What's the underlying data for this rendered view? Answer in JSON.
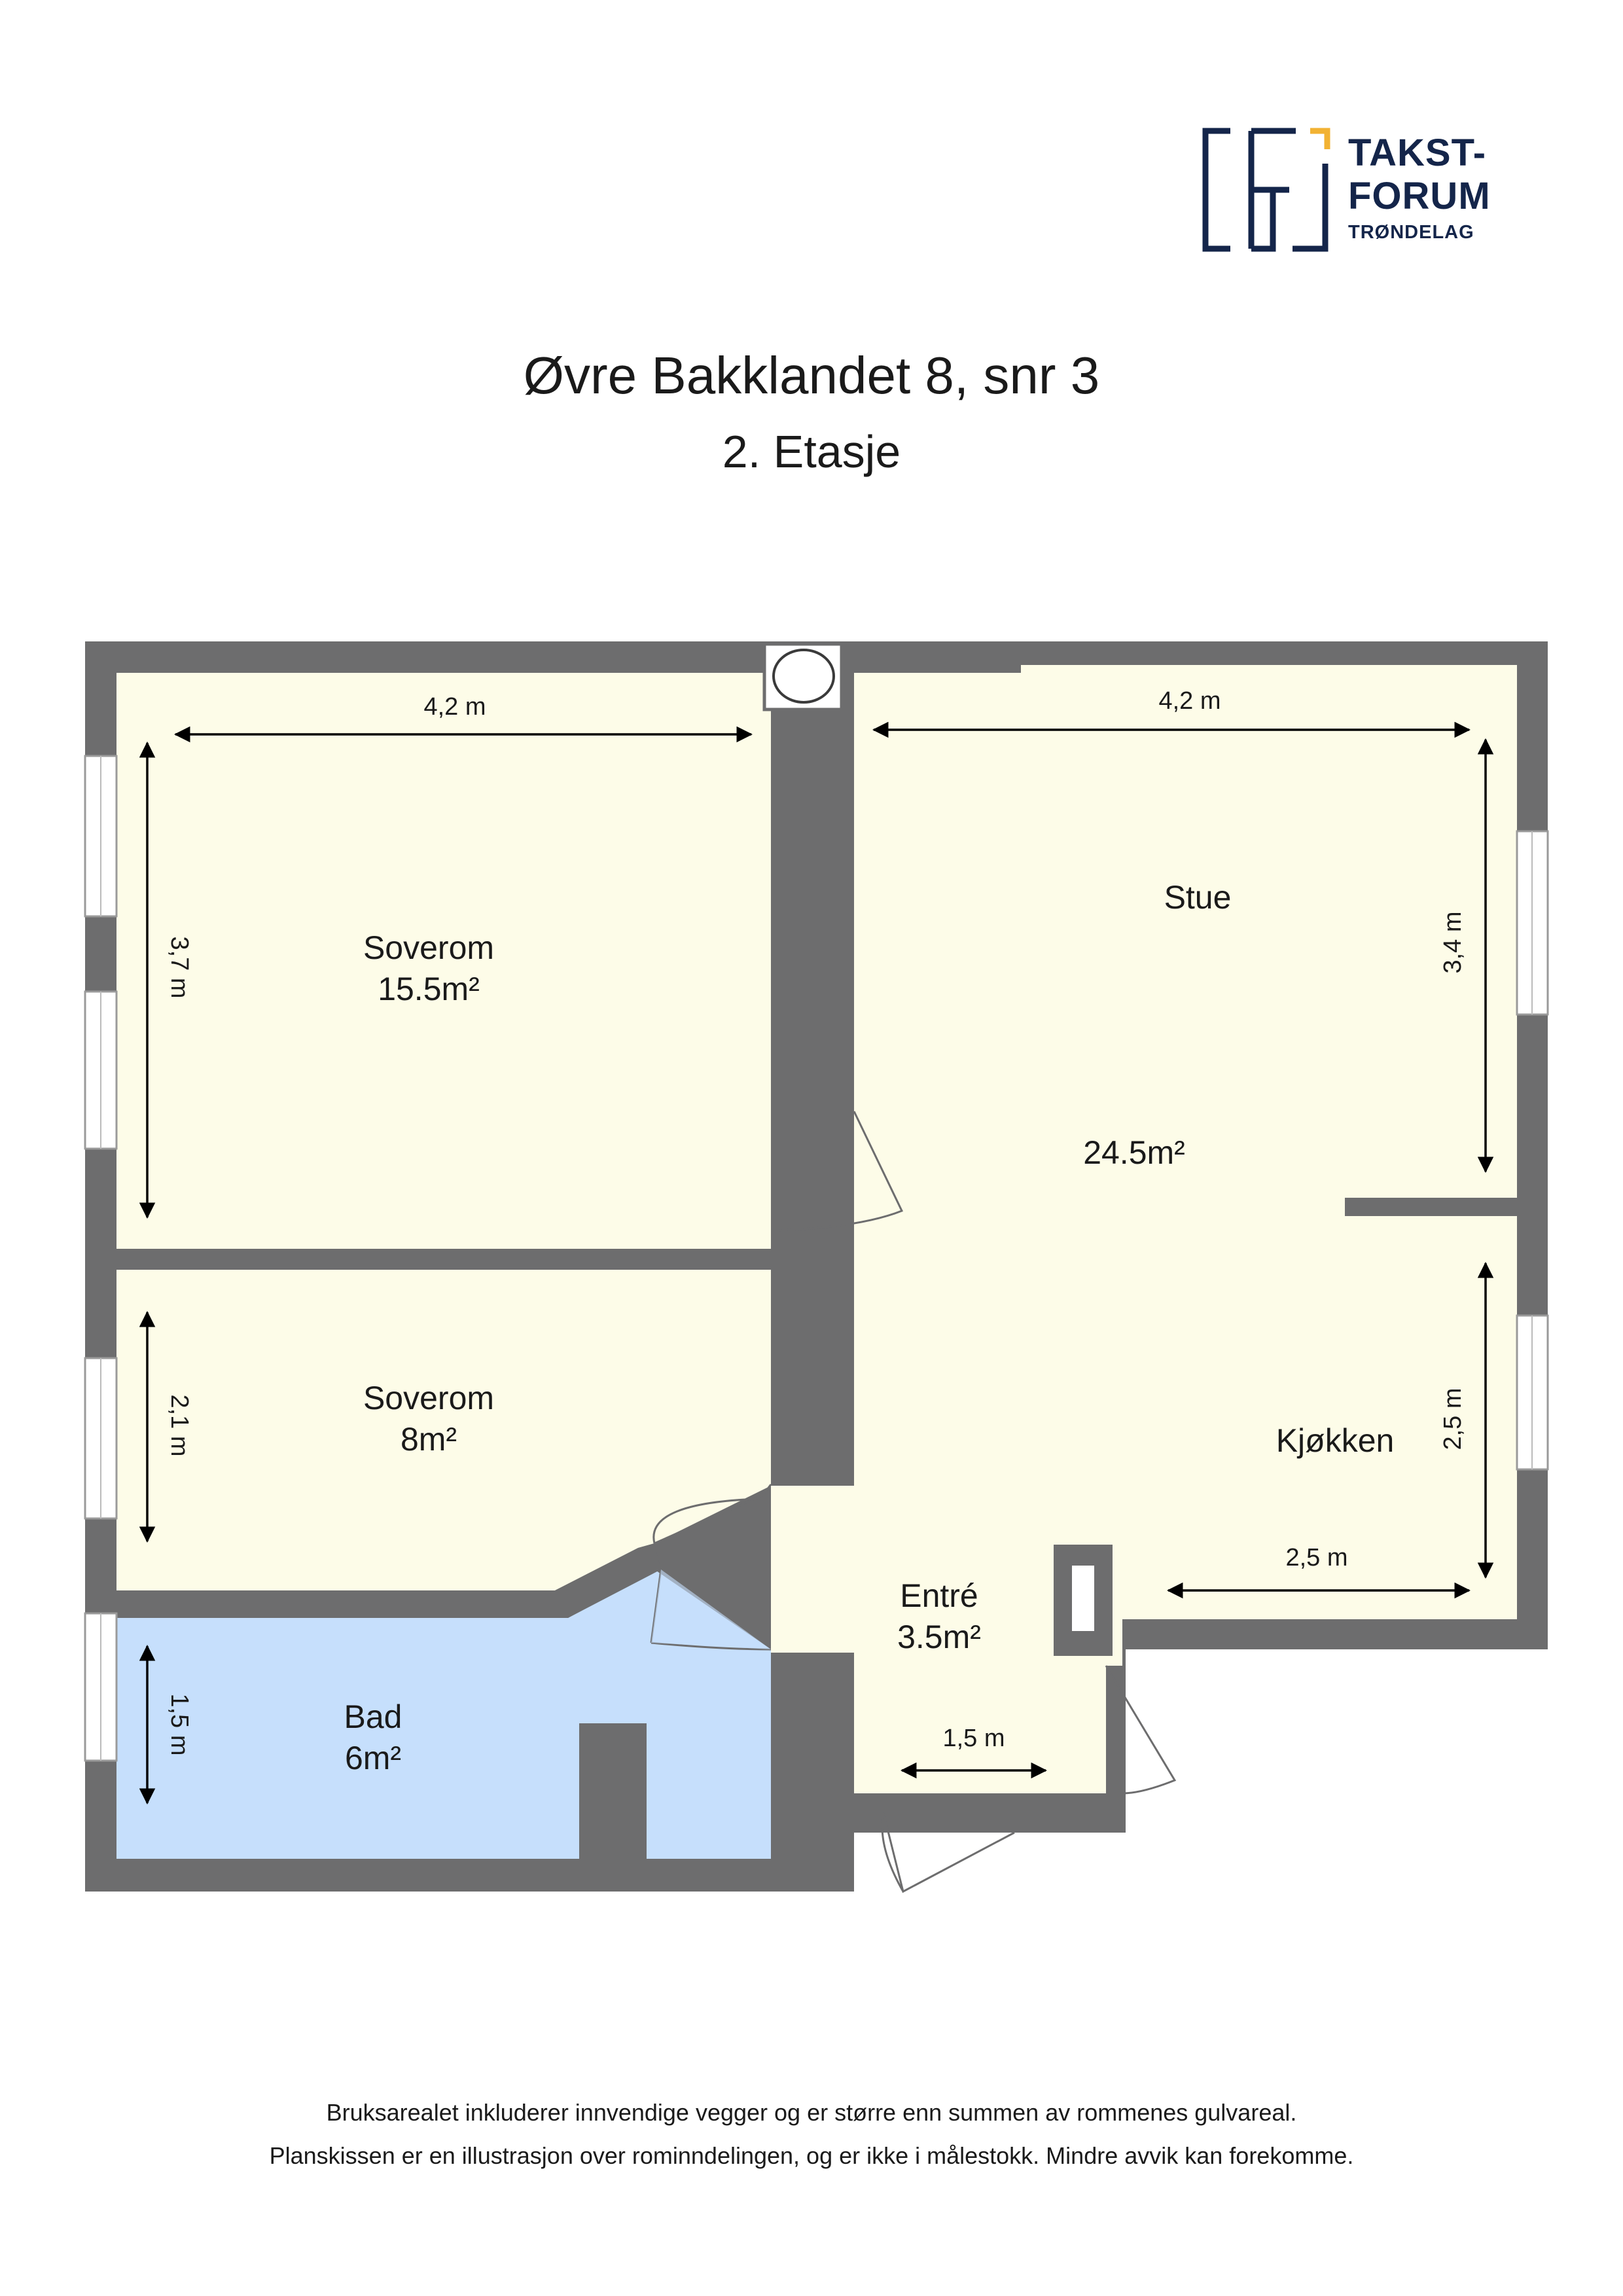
{
  "logo": {
    "line1": "TAKST-",
    "line2": "FORUM",
    "line3": "TRØNDELAG",
    "navy": "#14254a",
    "accent": "#f2b233"
  },
  "title": "Øvre Bakklandet 8, snr 3",
  "subtitle": "2. Etasje",
  "colors": {
    "wall": "#6d6d6e",
    "floor": "#fdfce8",
    "bathroom": "#c6dffc"
  },
  "rooms": {
    "soverom1": {
      "name": "Soverom",
      "area": "15.5m²"
    },
    "stue": {
      "name": "Stue",
      "area": "24.5m²"
    },
    "soverom2": {
      "name": "Soverom",
      "area": "8m²"
    },
    "kjokken": {
      "name": "Kjøkken"
    },
    "bad": {
      "name": "Bad",
      "area": "6m²"
    },
    "entre": {
      "name": "Entré",
      "area": "3.5m²"
    }
  },
  "dimensions": {
    "soverom1_w": "4,2 m",
    "soverom1_h": "3,7 m",
    "stue_w": "4,2 m",
    "stue_h": "3,4 m",
    "soverom2_h": "2,1 m",
    "kjokken_h": "2,5 m",
    "kjokken_w": "2,5 m",
    "bad_h": "1,5 m",
    "entre_w": "1,5 m"
  },
  "footer": {
    "line1": "Bruksarealet inkluderer innvendige vegger og er større enn summen av rommenes gulvareal.",
    "line2": "Planskissen er en illustrasjon over rominndelingen, og er ikke i målestokk. Mindre avvik kan forekomme."
  }
}
